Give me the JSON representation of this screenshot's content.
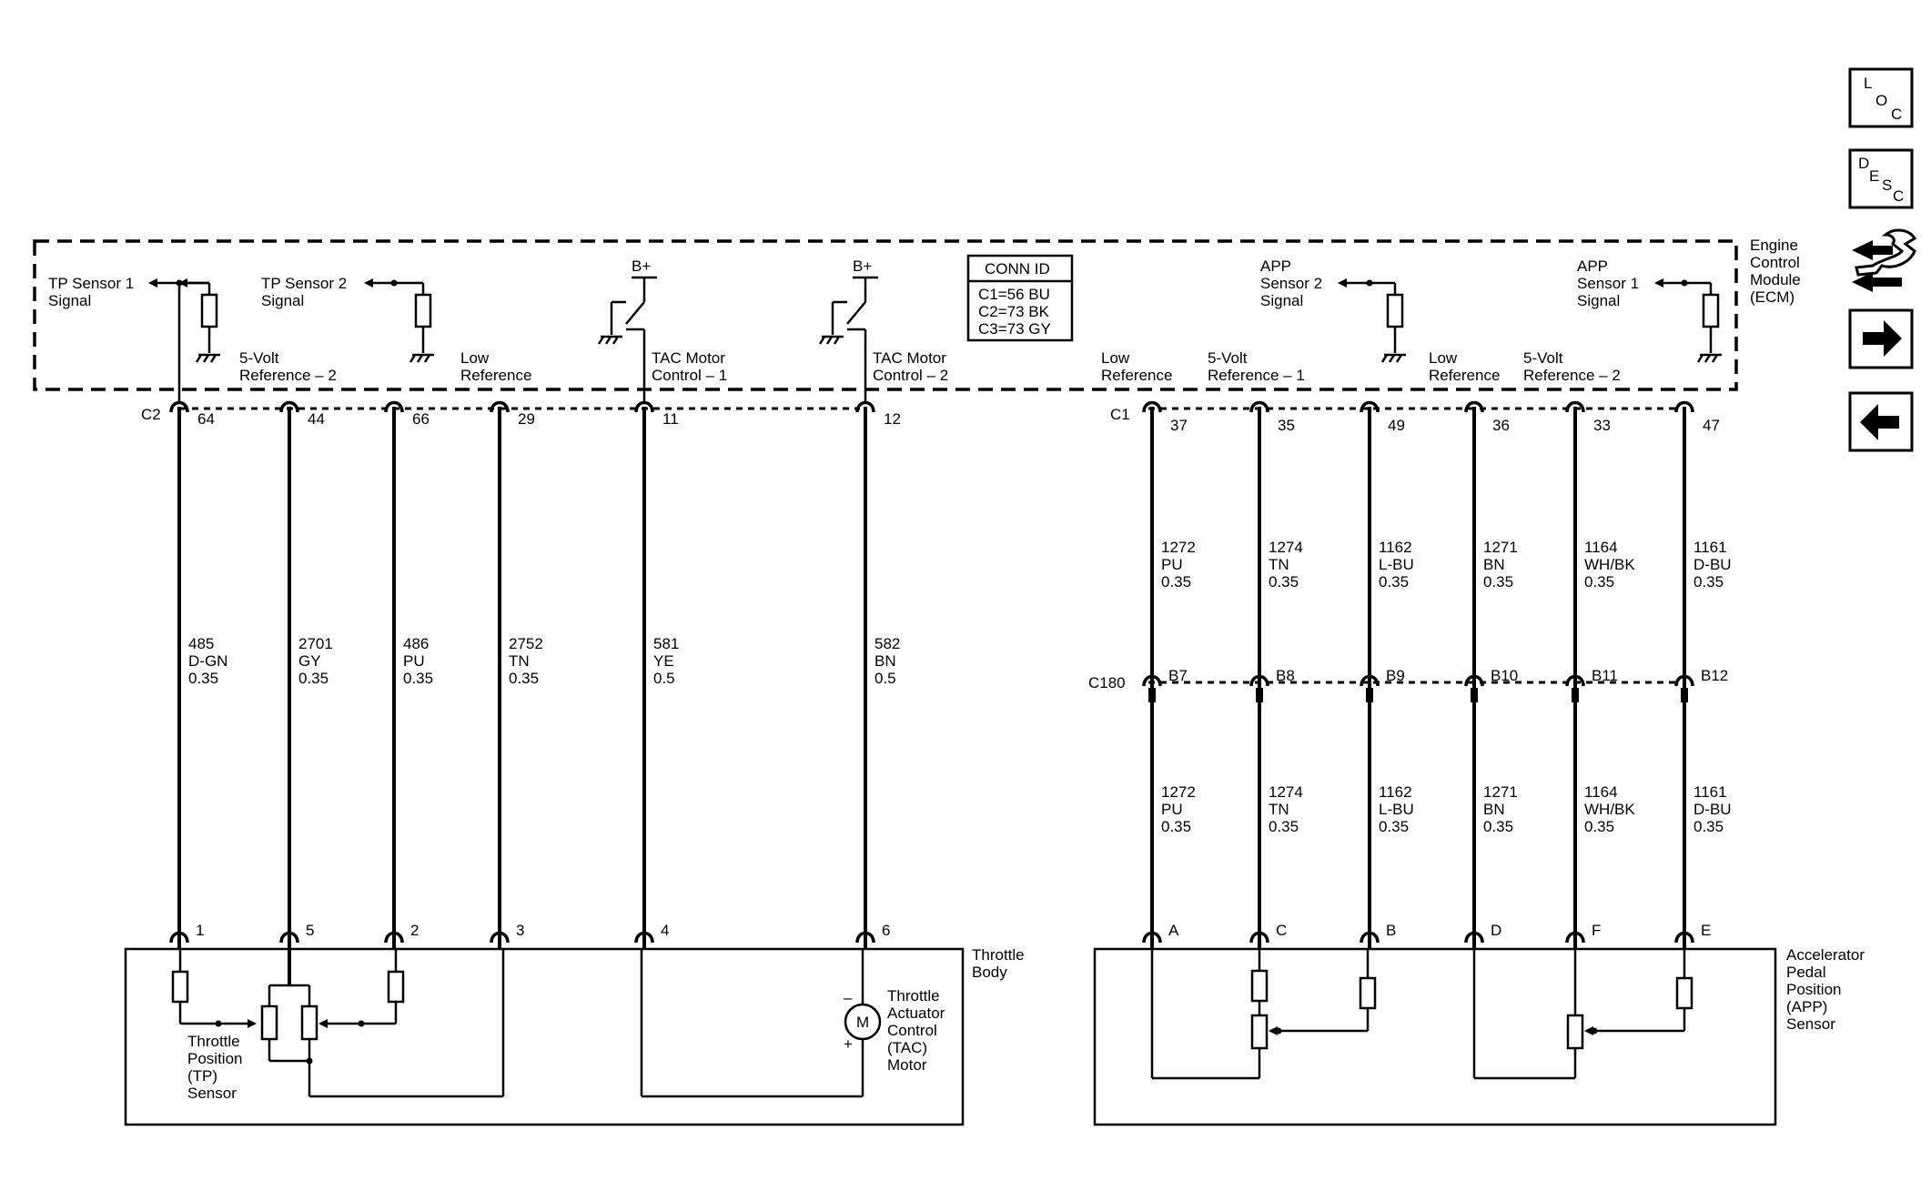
{
  "ecm": {
    "label": [
      "Engine",
      "Control",
      "Module",
      "(ECM)"
    ],
    "conn_id": {
      "title": "CONN ID",
      "lines": [
        "C1=56 BU",
        "C2=73 BK",
        "C3=73 GY"
      ]
    },
    "left_connector": "C2",
    "right_connector": "C1"
  },
  "ecm_labels": {
    "tp1": [
      "TP Sensor 1",
      "Signal"
    ],
    "tp2": [
      "TP Sensor 2",
      "Signal"
    ],
    "ref5v2_left": [
      "5-Volt",
      "Reference – 2"
    ],
    "lowref_left": [
      "Low",
      "Reference"
    ],
    "tac1": [
      "TAC Motor",
      "Control – 1"
    ],
    "tac2": [
      "TAC Motor",
      "Control – 2"
    ],
    "bplus": "B+",
    "app2": [
      "APP",
      "Sensor 2",
      "Signal"
    ],
    "app1": [
      "APP",
      "Sensor 1",
      "Signal"
    ],
    "lowref_r1": [
      "Low",
      "Reference"
    ],
    "ref5v1": [
      "5-Volt",
      "Reference – 1"
    ],
    "lowref_r2": [
      "Low",
      "Reference"
    ],
    "ref5v2_right": [
      "5-Volt",
      "Reference – 2"
    ]
  },
  "left_wires": [
    {
      "ecm_pin": "64",
      "circuit": [
        "485",
        "D-GN",
        "0.35"
      ],
      "dev_pin": "1"
    },
    {
      "ecm_pin": "44",
      "circuit": [
        "2701",
        "GY",
        "0.35"
      ],
      "dev_pin": "5"
    },
    {
      "ecm_pin": "66",
      "circuit": [
        "486",
        "PU",
        "0.35"
      ],
      "dev_pin": "2"
    },
    {
      "ecm_pin": "29",
      "circuit": [
        "2752",
        "TN",
        "0.35"
      ],
      "dev_pin": "3"
    },
    {
      "ecm_pin": "11",
      "circuit": [
        "581",
        "YE",
        "0.5"
      ],
      "dev_pin": "4"
    },
    {
      "ecm_pin": "12",
      "circuit": [
        "582",
        "BN",
        "0.5"
      ],
      "dev_pin": "6"
    }
  ],
  "right_wires": [
    {
      "ecm_pin": "37",
      "upper": [
        "1272",
        "PU",
        "0.35"
      ],
      "inline_pin": "B7",
      "lower": [
        "1272",
        "PU",
        "0.35"
      ],
      "dev_pin": "A"
    },
    {
      "ecm_pin": "35",
      "upper": [
        "1274",
        "TN",
        "0.35"
      ],
      "inline_pin": "B8",
      "lower": [
        "1274",
        "TN",
        "0.35"
      ],
      "dev_pin": "C"
    },
    {
      "ecm_pin": "49",
      "upper": [
        "1162",
        "L-BU",
        "0.35"
      ],
      "inline_pin": "B9",
      "lower": [
        "1162",
        "L-BU",
        "0.35"
      ],
      "dev_pin": "B"
    },
    {
      "ecm_pin": "36",
      "upper": [
        "1271",
        "BN",
        "0.35"
      ],
      "inline_pin": "B10",
      "lower": [
        "1271",
        "BN",
        "0.35"
      ],
      "dev_pin": "D"
    },
    {
      "ecm_pin": "33",
      "upper": [
        "1164",
        "WH/BK",
        "0.35"
      ],
      "inline_pin": "B11",
      "lower": [
        "1164",
        "WH/BK",
        "0.35"
      ],
      "dev_pin": "F"
    },
    {
      "ecm_pin": "47",
      "upper": [
        "1161",
        "D-BU",
        "0.35"
      ],
      "inline_pin": "B12",
      "lower": [
        "1161",
        "D-BU",
        "0.35"
      ],
      "dev_pin": "E"
    }
  ],
  "inline_connector": "C180",
  "throttle_body": {
    "label": [
      "Throttle",
      "Body"
    ],
    "tp_sensor": [
      "Throttle",
      "Position",
      "(TP)",
      "Sensor"
    ],
    "motor": [
      "Throttle",
      "Actuator",
      "Control",
      "(TAC)",
      "Motor"
    ],
    "motor_symbol": "M",
    "minus": "–",
    "plus": "+"
  },
  "app_sensor": {
    "label": [
      "Accelerator",
      "Pedal",
      "Position",
      "(APP)",
      "Sensor"
    ]
  },
  "nav": {
    "loc": [
      "L",
      "O",
      "C"
    ],
    "desc": [
      "D",
      "E",
      "S",
      "C"
    ],
    "icons": [
      "connector-swap-icon",
      "forward-arrow-icon",
      "back-arrow-icon"
    ]
  }
}
